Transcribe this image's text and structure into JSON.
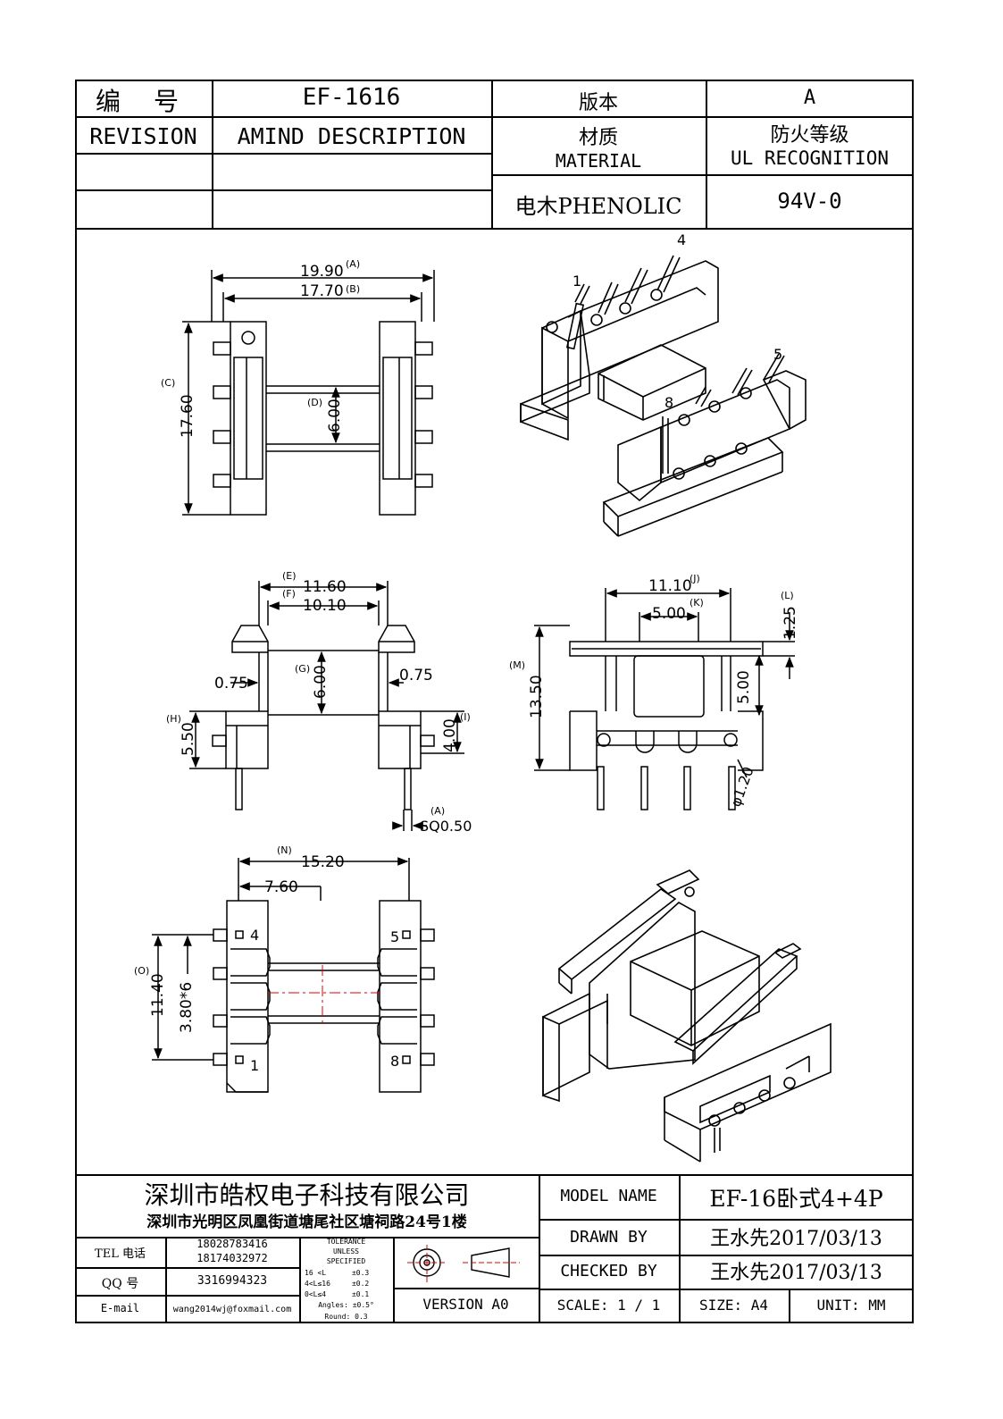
{
  "header": {
    "number_label": "编  号",
    "number_value": "EF-1616",
    "version_label": "版本",
    "version_value": "A",
    "revision_label": "REVISION",
    "amend_label": "AMIND DESCRIPTION",
    "material_cn": "材质",
    "material_en": "MATERIAL",
    "fire_cn": "防火等级",
    "fire_en": "UL RECOGNITION",
    "material_value": "电木PHENOLIC",
    "fire_value": "94V-0"
  },
  "drawing": {
    "top_view": {
      "dim_a": "19.90",
      "tag_a": "(A)",
      "dim_b": "17.70",
      "tag_b": "(B)",
      "dim_c": "17.60",
      "tag_c": "(C)",
      "dim_d": "6.00",
      "tag_d": "(D)"
    },
    "front_view": {
      "dim_e": "11.60",
      "tag_e": "(E)",
      "dim_f": "10.10",
      "tag_f": "(F)",
      "dim_g": "6.00",
      "tag_g": "(G)",
      "dim_h": "5.50",
      "tag_h": "(H)",
      "dim_i": "4.00",
      "tag_i": "(I)",
      "wall_left": "0.75",
      "wall_right": "0.75",
      "pin_sq": "SQ0.50",
      "tag_pin": "(A)"
    },
    "side_view": {
      "dim_j": "11.10",
      "tag_j": "(J)",
      "dim_k": "5.00",
      "tag_k": "(K)",
      "dim_l": "1.25",
      "tag_l": "(L)",
      "dim_m": "13.50",
      "tag_m": "(M)",
      "dim_inner": "5.00",
      "pin_dia": "φ1.20"
    },
    "bottom_view": {
      "dim_n": "15.20",
      "tag_n": "(N)",
      "dim_half": "7.60",
      "dim_o": "11.40",
      "tag_o": "(O)",
      "pitch": "3.80*6",
      "pin_labels": [
        "4",
        "5",
        "1",
        "8"
      ]
    },
    "iso_top_pins": [
      "4",
      "1",
      "5",
      "8"
    ]
  },
  "title_block": {
    "company_name": "深圳市皓权电子科技有限公司",
    "company_address": "深圳市光明区凤凰街道塘尾社区塘祠路24号1楼",
    "tel_label": "TEL 电话",
    "tel_1": "18028783416",
    "tel_2": "18174032972",
    "qq_label": "QQ  号",
    "qq_value": "3316994323",
    "email_label": "E-mail",
    "email_value": "wang2014wj@foxmail.com",
    "tolerance": [
      "TOLERANCE",
      "UNLESS",
      "SPECIFIED",
      "16 <L      ±0.3",
      "4<L≤16     ±0.2",
      "0<L≤4      ±0.1",
      "Angles: ±0.5°",
      "Round: 0.3"
    ],
    "version": "VERSION A0",
    "model_label": "MODEL NAME",
    "model_value": "EF-16卧式4+4P",
    "drawn_label": "DRAWN BY",
    "drawn_value": "王水先2017/03/13",
    "checked_label": "CHECKED BY",
    "checked_value": "王水先2017/03/13",
    "scale": "SCALE: 1 / 1",
    "size": "SIZE: A4",
    "unit": "UNIT: MM"
  }
}
